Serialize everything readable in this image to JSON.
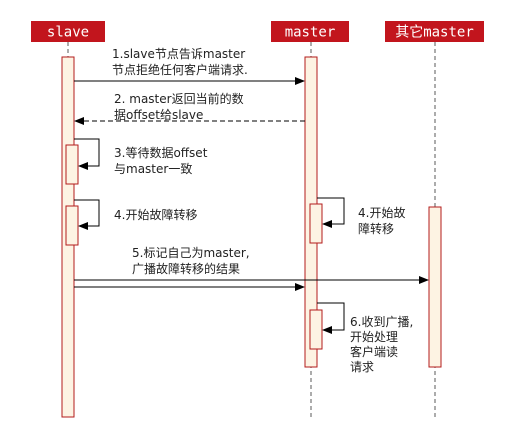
{
  "participants": [
    {
      "id": "slave",
      "label": "slave"
    },
    {
      "id": "master",
      "label": "master"
    },
    {
      "id": "other",
      "label": "其它master"
    }
  ],
  "messages": [
    {
      "id": "m1",
      "lines": [
        "1.slave节点告诉master",
        "节点拒绝任何客户端请求."
      ]
    },
    {
      "id": "m2",
      "lines": [
        "2. master返回当前的数",
        "据offset给slave"
      ]
    },
    {
      "id": "m3",
      "lines": [
        "3.等待数据offset",
        "与master一致"
      ]
    },
    {
      "id": "m4a",
      "lines": [
        "4.开始故障转移"
      ]
    },
    {
      "id": "m4b",
      "lines": [
        "4.开始故",
        "障转移"
      ]
    },
    {
      "id": "m5",
      "lines": [
        "5.标记自己为master,",
        "广播故障转移的结果"
      ]
    },
    {
      "id": "m6",
      "lines": [
        "6.收到广播,",
        "开始处理",
        "客户端读",
        "请求"
      ]
    }
  ],
  "colors": {
    "header_bg": "#c2151d",
    "header_text": "#ffffff",
    "lifeline": "#5a5a5a",
    "activation_fill": "#fdf3e3",
    "activation_stroke": "#b31b1b",
    "arrow": "#000000",
    "text": "#222222"
  }
}
